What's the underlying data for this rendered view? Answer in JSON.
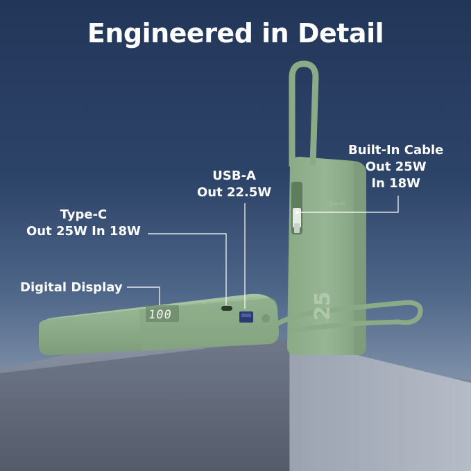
{
  "headline": "Engineered in Detail",
  "callouts": {
    "type_c": {
      "line1": "Type-C",
      "line2": "Out 25W In 18W"
    },
    "usb_a": {
      "line1": "USB-A",
      "line2": "Out 22.5W"
    },
    "built_in_cable": {
      "line1": "Built-In Cable",
      "line2": "Out 25W",
      "line3": "In 18W"
    },
    "digital_display": {
      "label": "Digital Display"
    }
  },
  "device": {
    "display_reading": "100",
    "brand": "Juovi",
    "capacity_mark": "25",
    "body_color": "#8fae8b"
  },
  "colors": {
    "background_top": "#223659",
    "background_bottom": "#9aa7b8",
    "callout_text": "#ffffff",
    "leader_line": "#ffffff"
  }
}
